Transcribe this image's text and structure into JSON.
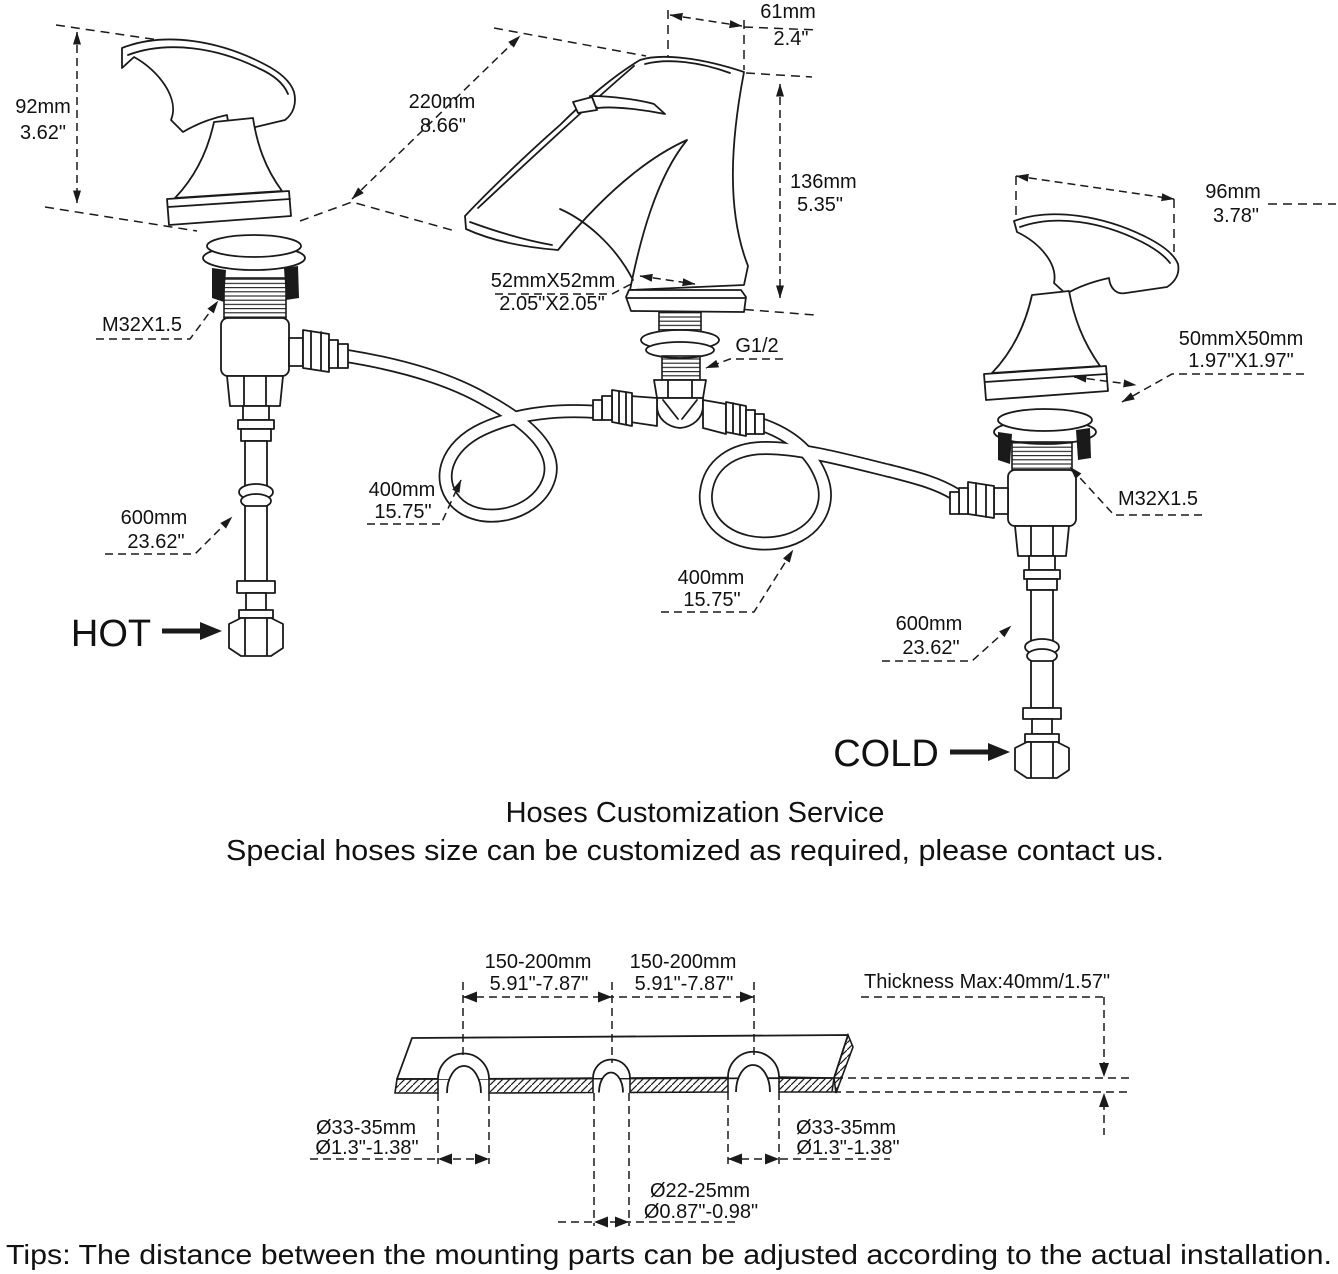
{
  "top_diagram": {
    "dim_92": {
      "mm": "92mm",
      "inch": "3.62\""
    },
    "dim_220": {
      "mm": "220mm",
      "inch": "8.66\""
    },
    "dim_61": {
      "mm": "61mm",
      "inch": "2.4\""
    },
    "dim_136": {
      "mm": "136mm",
      "inch": "5.35\""
    },
    "dim_52": {
      "mm": "52mmX52mm",
      "inch": "2.05\"X2.05\""
    },
    "thread_g12": "G1/2",
    "thread_m32_left": "M32X1.5",
    "thread_m32_right": "M32X1.5",
    "dim_96": {
      "mm": "96mm",
      "inch": "3.78\""
    },
    "dim_50": {
      "mm": "50mmX50mm",
      "inch": "1.97\"X1.97\""
    },
    "hose_400_left": {
      "mm": "400mm",
      "inch": "15.75\""
    },
    "hose_400_right": {
      "mm": "400mm",
      "inch": "15.75\""
    },
    "supply_600_left": {
      "mm": "600mm",
      "inch": "23.62\""
    },
    "supply_600_right": {
      "mm": "600mm",
      "inch": "23.62\""
    },
    "label_hot": "HOT",
    "label_cold": "COLD"
  },
  "notes": {
    "title": "Hoses Customization Service",
    "subtitle": "Special hoses size can be customized as required, please contact us."
  },
  "mounting_diagram": {
    "spacing_left": {
      "mm": "150-200mm",
      "inch": "5.91\"-7.87\""
    },
    "spacing_right": {
      "mm": "150-200mm",
      "inch": "5.91\"-7.87\""
    },
    "thickness": "Thickness Max:40mm/1.57\"",
    "hole_left": {
      "mm": "Ø33-35mm",
      "inch": "Ø1.3\"-1.38\""
    },
    "hole_center": {
      "mm": "Ø22-25mm",
      "inch": "Ø0.87\"-0.98\""
    },
    "hole_right": {
      "mm": "Ø33-35mm",
      "inch": "Ø1.3\"-1.38\""
    }
  },
  "tips": "Tips: The distance between the mounting parts can be adjusted according to the actual installation."
}
